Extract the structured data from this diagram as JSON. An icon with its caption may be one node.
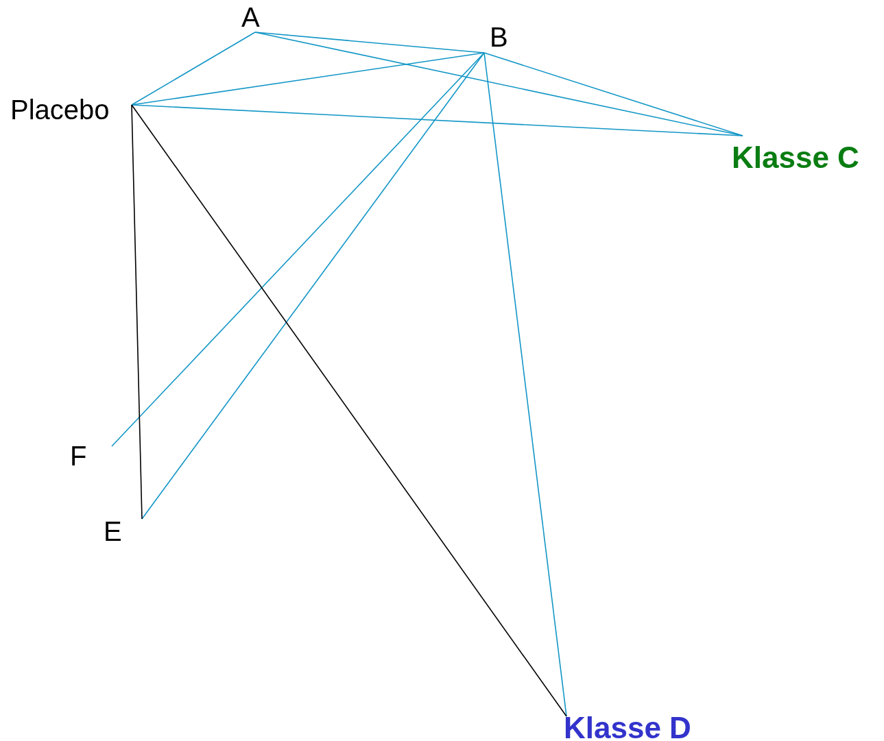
{
  "diagram": {
    "nodes": [
      {
        "text": [
          "A"
        ]
      },
      {
        "text": [
          "B"
        ]
      },
      {
        "text": [
          "Placebo"
        ]
      },
      {
        "text": [
          "Klasse C"
        ]
      },
      {
        "text": [
          "F"
        ]
      },
      {
        "text": [
          "E"
        ]
      },
      {
        "text": [
          "Klasse D"
        ]
      }
    ],
    "edges": [
      {
        "from": 0,
        "to": 1,
        "arrow": "none"
      },
      {
        "from": 0,
        "to": 2,
        "arrow": "none"
      },
      {
        "from": 0,
        "to": 3,
        "arrow": "none"
      },
      {
        "from": 1,
        "to": 2,
        "arrow": "none"
      },
      {
        "from": 1,
        "to": 3,
        "arrow": "none"
      },
      {
        "from": 1,
        "to": 4,
        "arrow": "none"
      },
      {
        "from": 1,
        "to": 5,
        "arrow": "none"
      },
      {
        "from": 1,
        "to": 6,
        "arrow": "none"
      },
      {
        "from": 2,
        "to": 3,
        "arrow": "none"
      },
      {
        "from": 2,
        "to": 5,
        "arrow": "none",
        "color": "#000000"
      },
      {
        "from": 2,
        "to": 6,
        "arrow": "none",
        "color": "#000000"
      }
    ]
  }
}
